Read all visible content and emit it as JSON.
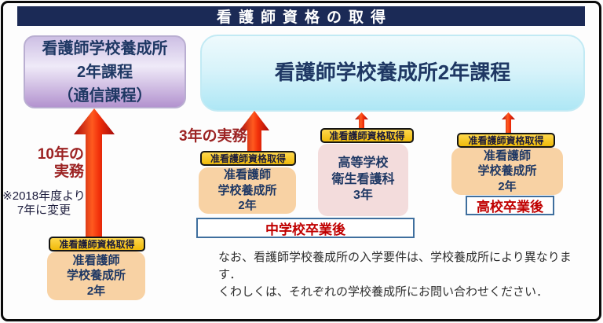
{
  "header": {
    "title": "看護師資格の取得"
  },
  "colors": {
    "header_bg": "#1b2a56",
    "navy_text": "#1f3864",
    "arrow_dark_red": "#a50b0b",
    "arrow_orange": "#ff5a1f",
    "badge_gold": "#f0ba0a",
    "peach_box": "#f8d2a4",
    "pink_box": "#f3dcdc",
    "purple_box_bottom": "#b393cf",
    "cyan_box_bottom": "#aee7f5",
    "red_text": "#c00000",
    "dark_red_text": "#9c2323",
    "white_box_border": "#3f6f9e"
  },
  "top_boxes": {
    "correspondence_course": "看護師学校養成所\n2年課程\n（通信課程）",
    "main_course": "看護師学校養成所2年課程"
  },
  "paths": [
    {
      "experience": "10年の\n実務",
      "revision_note": "※2018年度より\n7年に変更",
      "license_badge": "准看護師資格取得",
      "school": "准看護師\n学校養成所\n2年"
    },
    {
      "experience": "3年の実務",
      "license_badge": "准看護師資格取得",
      "school": "准看護師\n学校養成所\n2年"
    },
    {
      "license_badge": "准看護師資格取得",
      "school": "高等学校\n衛生看護科\n3年"
    },
    {
      "license_badge": "准看護師資格取得",
      "school": "准看護師\n学校養成所\n2年",
      "entry_after": "高校卒業後"
    }
  ],
  "entry_after_junior_high": "中学校卒業後",
  "footnote": "なお、看護師学校養成所の入学要件は、学校養成所により異なります．\nくわしくは、それぞれの学校養成所にお問い合わせください．"
}
